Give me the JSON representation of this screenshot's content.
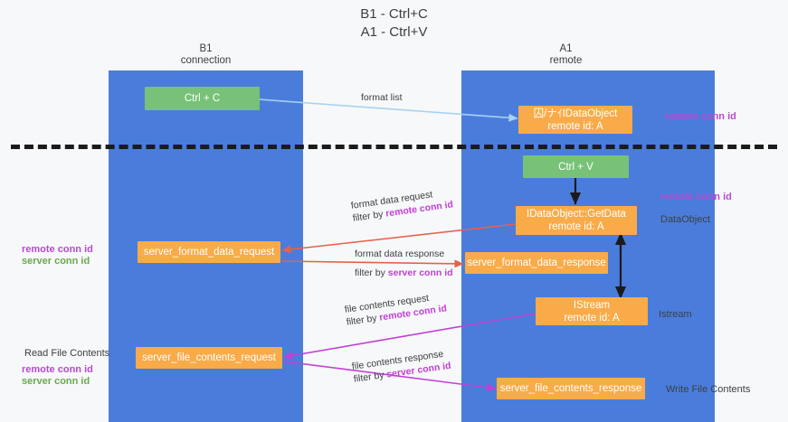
{
  "title": {
    "line1": "B1 - Ctrl+C",
    "line2": "A1 - Ctrl+V"
  },
  "columns": [
    {
      "name": "B1",
      "sub": "connection"
    },
    {
      "name": "A1",
      "sub": "remote"
    }
  ],
  "nodes": {
    "ctrl_c": "Ctrl + C",
    "ctrl_v": "Ctrl + V",
    "idataobject_top_l1": "囚/ナｲIDataObject",
    "idataobject_top_l2": "remote id: A",
    "getdata_l1": "IDataObject::GetData",
    "getdata_l2": "remote id: A",
    "server_format_data_request": "server_format_data_request",
    "server_format_data_response": "server_format_data_response",
    "istream_l1": "IStream",
    "istream_l2": "remote id: A",
    "server_file_contents_request": "server_file_contents_request",
    "server_file_contents_response": "server_file_contents_response"
  },
  "edge_labels": {
    "format_list": "format list",
    "format_data_request": "format data request",
    "format_data_request_filter_prefix": "filter by ",
    "format_data_request_filter_key": "remote conn id",
    "format_data_response": "format data response",
    "format_data_response_filter_prefix": "filter by ",
    "format_data_response_filter_key": "server conn id",
    "file_contents_request": "file contents request",
    "file_contents_request_filter_prefix": "filter by ",
    "file_contents_request_filter_key": "remote conn id",
    "file_contents_response": "file contents response",
    "file_contents_response_filter_prefix": "filter by ",
    "file_contents_response_filter_key": "server conn id"
  },
  "annotations": {
    "right_remote_conn_id_top": "remote conn id",
    "right_remote_conn_id_mid": "remote conn id",
    "right_dataobject": "DataObject",
    "right_istream": "Istream",
    "right_write_file_contents": "Write File Contents",
    "left_remote_conn_id": "remote conn id",
    "left_server_conn_id": "server conn id",
    "left_read_file_contents": "Read File Contents",
    "left_remote_conn_id_2": "remote conn id",
    "left_server_conn_id_2": "server conn id"
  },
  "colors": {
    "lane": "#4a7ddb",
    "green_node": "#77c278",
    "orange_node": "#f9ab49",
    "purple_text": "#b84ad1",
    "green_text": "#6aa84f",
    "red_arrow": "#e8604c",
    "magenta_arrow": "#c13fd6",
    "light_blue_arrow": "#a9d2f2",
    "dark_arrow": "#1b1b1b",
    "background": "#f7f8f9"
  }
}
